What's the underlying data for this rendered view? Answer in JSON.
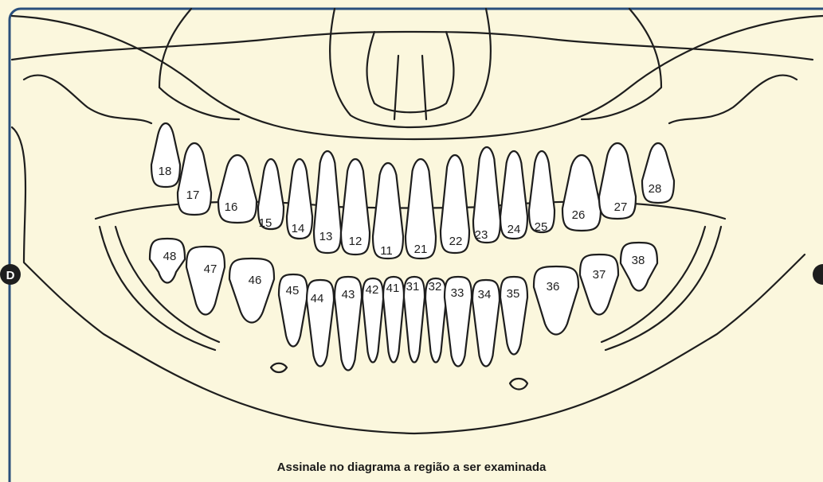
{
  "instruction": "Assinale no diagrama a região a ser examinada",
  "side_left_label": "D",
  "colors": {
    "frame": "#2a4f7c",
    "background": "#fbf7dd",
    "outline": "#1e1e1e",
    "tooth_fill": "#ffffff"
  },
  "upper_teeth": [
    "18",
    "17",
    "16",
    "15",
    "14",
    "13",
    "12",
    "11",
    "21",
    "22",
    "23",
    "24",
    "25",
    "26",
    "27",
    "28"
  ],
  "lower_teeth": [
    "48",
    "47",
    "46",
    "45",
    "44",
    "43",
    "42",
    "41",
    "31",
    "32",
    "33",
    "34",
    "35",
    "36",
    "37",
    "38"
  ]
}
